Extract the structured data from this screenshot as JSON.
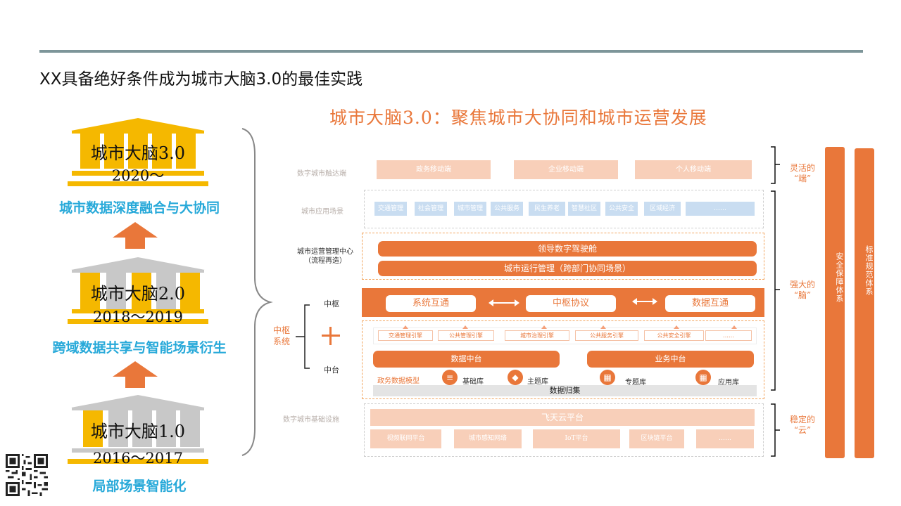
{
  "page_title": "XX具备绝好条件成为城市大脑3.0的最佳实践",
  "diagram_title": "城市大脑3.0：聚焦城市大协同和城市运营发展",
  "buildings": [
    {
      "name": "城市大脑3.0",
      "years": "2020～",
      "stage": "城市数据深度融合与大协同"
    },
    {
      "name": "城市大脑2.0",
      "years": "2018～2019",
      "stage": "跨域数据共享与智能场景衍生"
    },
    {
      "name": "城市大脑1.0",
      "years": "2016～2017",
      "stage": "局部场景智能化"
    }
  ],
  "layers": {
    "terminal": {
      "label": "数字城市触达端",
      "items": [
        "政务移动端",
        "企业移动端",
        "个人移动端"
      ]
    },
    "scenes": {
      "label": "城市应用场景",
      "items": [
        "交通管理",
        "社会管理",
        "城市管理",
        "公共服务",
        "民生养老",
        "智慧社区",
        "公共安全",
        "区域经济",
        "……"
      ]
    },
    "ops_center": {
      "label_line1": "城市运营管理中心",
      "label_line2": "（流程再造）",
      "bars": [
        "领导数字驾驶舱",
        "城市运行管理（跨部门协同场景）"
      ]
    },
    "hub": {
      "group_label_line1": "中枢",
      "group_label_line2": "系统",
      "top_label": "中枢",
      "bottom_label": "中台",
      "items": [
        "系统互通",
        "中枢协议",
        "数据互通"
      ]
    },
    "engines": [
      "交通管理引擎",
      "公共管理引擎",
      "城市治理引擎",
      "公共服务引擎",
      "公共安全引擎",
      "……"
    ],
    "middle": {
      "data": "数据中台",
      "business": "业务中台"
    },
    "model": {
      "label": "政务数据模型",
      "libs": [
        "基础库",
        "主题库",
        "专题库",
        "应用库"
      ],
      "collect": "数据归集"
    },
    "infra": {
      "label": "数字城市基础设施",
      "cloud": "飞天云平台",
      "items": [
        "视频联网平台",
        "城市感知网络",
        "IoT平台",
        "区块链平台",
        "……"
      ]
    }
  },
  "right_labels": {
    "end_line1": "灵活的",
    "end_line2": "“端”",
    "brain_line1": "强大的",
    "brain_line2": "“脑”",
    "cloud_line1": "稳定的",
    "cloud_line2": "“云”"
  },
  "pillars": [
    "安全保障体系",
    "标准规范体系"
  ],
  "colors": {
    "orange": "#e9773a",
    "gold": "#f5b800",
    "blue": "#27a9d9",
    "peach": "#f8cfb9",
    "light_blue": "#c9ddf1"
  },
  "icons": [
    "arrow-up-icon",
    "double-arrow-icon",
    "plus-icon",
    "database-icon",
    "qr-code-icon"
  ]
}
